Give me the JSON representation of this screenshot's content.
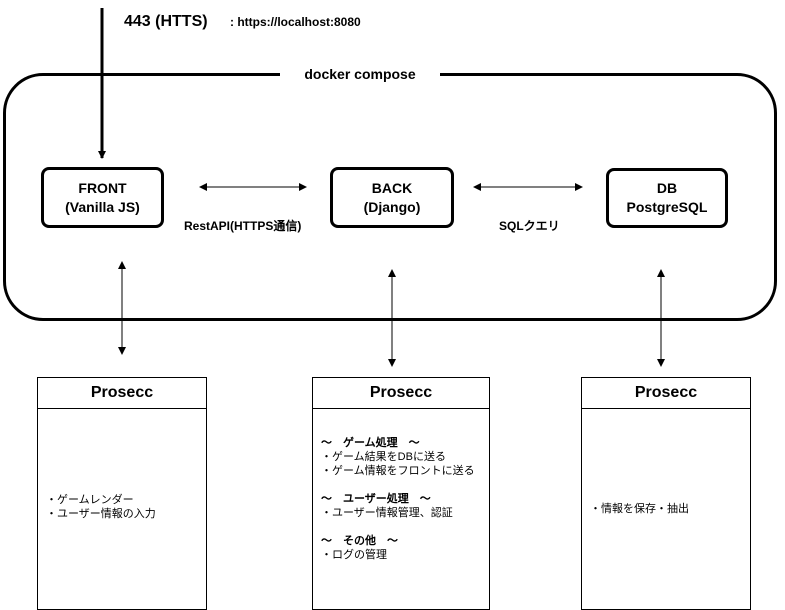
{
  "top": {
    "port": "443 (HTTS)",
    "url": ": https://localhost:8080"
  },
  "compose": {
    "label": "docker compose"
  },
  "services": {
    "front": {
      "line1": "FRONT",
      "line2": "(Vanilla JS)"
    },
    "back": {
      "line1": "BACK",
      "line2": "(Django)"
    },
    "db": {
      "line1": "DB",
      "line2": "PostgreSQL"
    }
  },
  "links": {
    "front_back": "RestAPI(HTTPS通信)",
    "back_db": "SQLクエリ"
  },
  "processes": {
    "front": {
      "title": "Prosecc",
      "lines": [
        "・ゲームレンダー",
        "・ユーザー情報の入力"
      ]
    },
    "back": {
      "title": "Prosecc",
      "sections": [
        {
          "heading": "〜　ゲーム処理　〜",
          "items": [
            "・ゲーム結果をDBに送る",
            "・ゲーム情報をフロントに送る"
          ]
        },
        {
          "heading": "〜　ユーザー処理　〜",
          "items": [
            "・ユーザー情報管理、認証"
          ]
        },
        {
          "heading": "〜　その他　〜",
          "items": [
            "・ログの管理"
          ]
        }
      ]
    },
    "db": {
      "title": "Prosecc",
      "lines": [
        "・情報を保存・抽出"
      ]
    }
  }
}
